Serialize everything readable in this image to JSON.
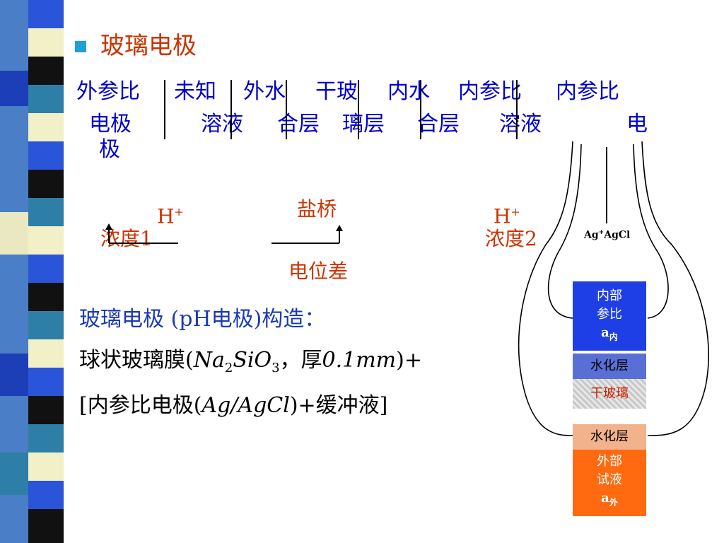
{
  "title": "玻璃电极",
  "header": {
    "col1_line1": "外参比",
    "col1_line2": "电极",
    "col1_line3": "极",
    "col2_line1": "未知",
    "col2_line2": "溶液",
    "col3_line1": "外水",
    "col3_line2": "合层",
    "col4_line1": "干玻",
    "col4_line2": "璃层",
    "col5_line1": "内水",
    "col5_line2": "合层",
    "col6_line1": "内参比",
    "col6_line2": "溶液",
    "col7_line1": "内参比",
    "col7_line2": "电"
  },
  "middle": {
    "h_left": "H",
    "h_sup": "+",
    "conc_left": "浓度1",
    "salt_bridge": "盐桥",
    "h_right": "H",
    "h_right_sup": "+",
    "conc_right": "浓度2",
    "potential": "电位差"
  },
  "construction": {
    "heading": "玻璃电极 (pH电极)构造：",
    "line2_a": "球状玻璃膜(",
    "line2_formula_a": "Na",
    "line2_sub_a": "2",
    "line2_formula_b": "SiO",
    "line2_sub_b": "3",
    "line2_b": "，厚",
    "line2_c": "0.1mm",
    "line2_d": ")+",
    "line3_a": "[内参比电极(",
    "line3_b": "Ag/AgCl",
    "line3_c": ")+缓冲液]"
  },
  "diagram": {
    "electrode_label": "Ag+AgCl",
    "electrode_label_base": "Ag",
    "electrode_label_sup": "+",
    "electrode_label_rest": "AgCl",
    "inner_ref_1": "内部",
    "inner_ref_2": "参比",
    "inner_a": "a",
    "inner_a_sub": "内",
    "hydrated_top": "水化层",
    "dry_glass": "干玻璃",
    "hydrated_bottom": "水化层",
    "outer_1": "外部",
    "outer_2": "试液",
    "outer_a": "a",
    "outer_a_sub": "外"
  },
  "colors": {
    "title": "#cc3300",
    "header": "#0000cc",
    "inner_ref_box": "#1f3fe6",
    "hydrated_box": "#5a6fd6",
    "dry_glass_box": "#cfcfcf",
    "dry_glass_text": "#cc2200",
    "hydrated_bottom_box": "#f2b28c",
    "outer_box": "#ff6a10"
  }
}
